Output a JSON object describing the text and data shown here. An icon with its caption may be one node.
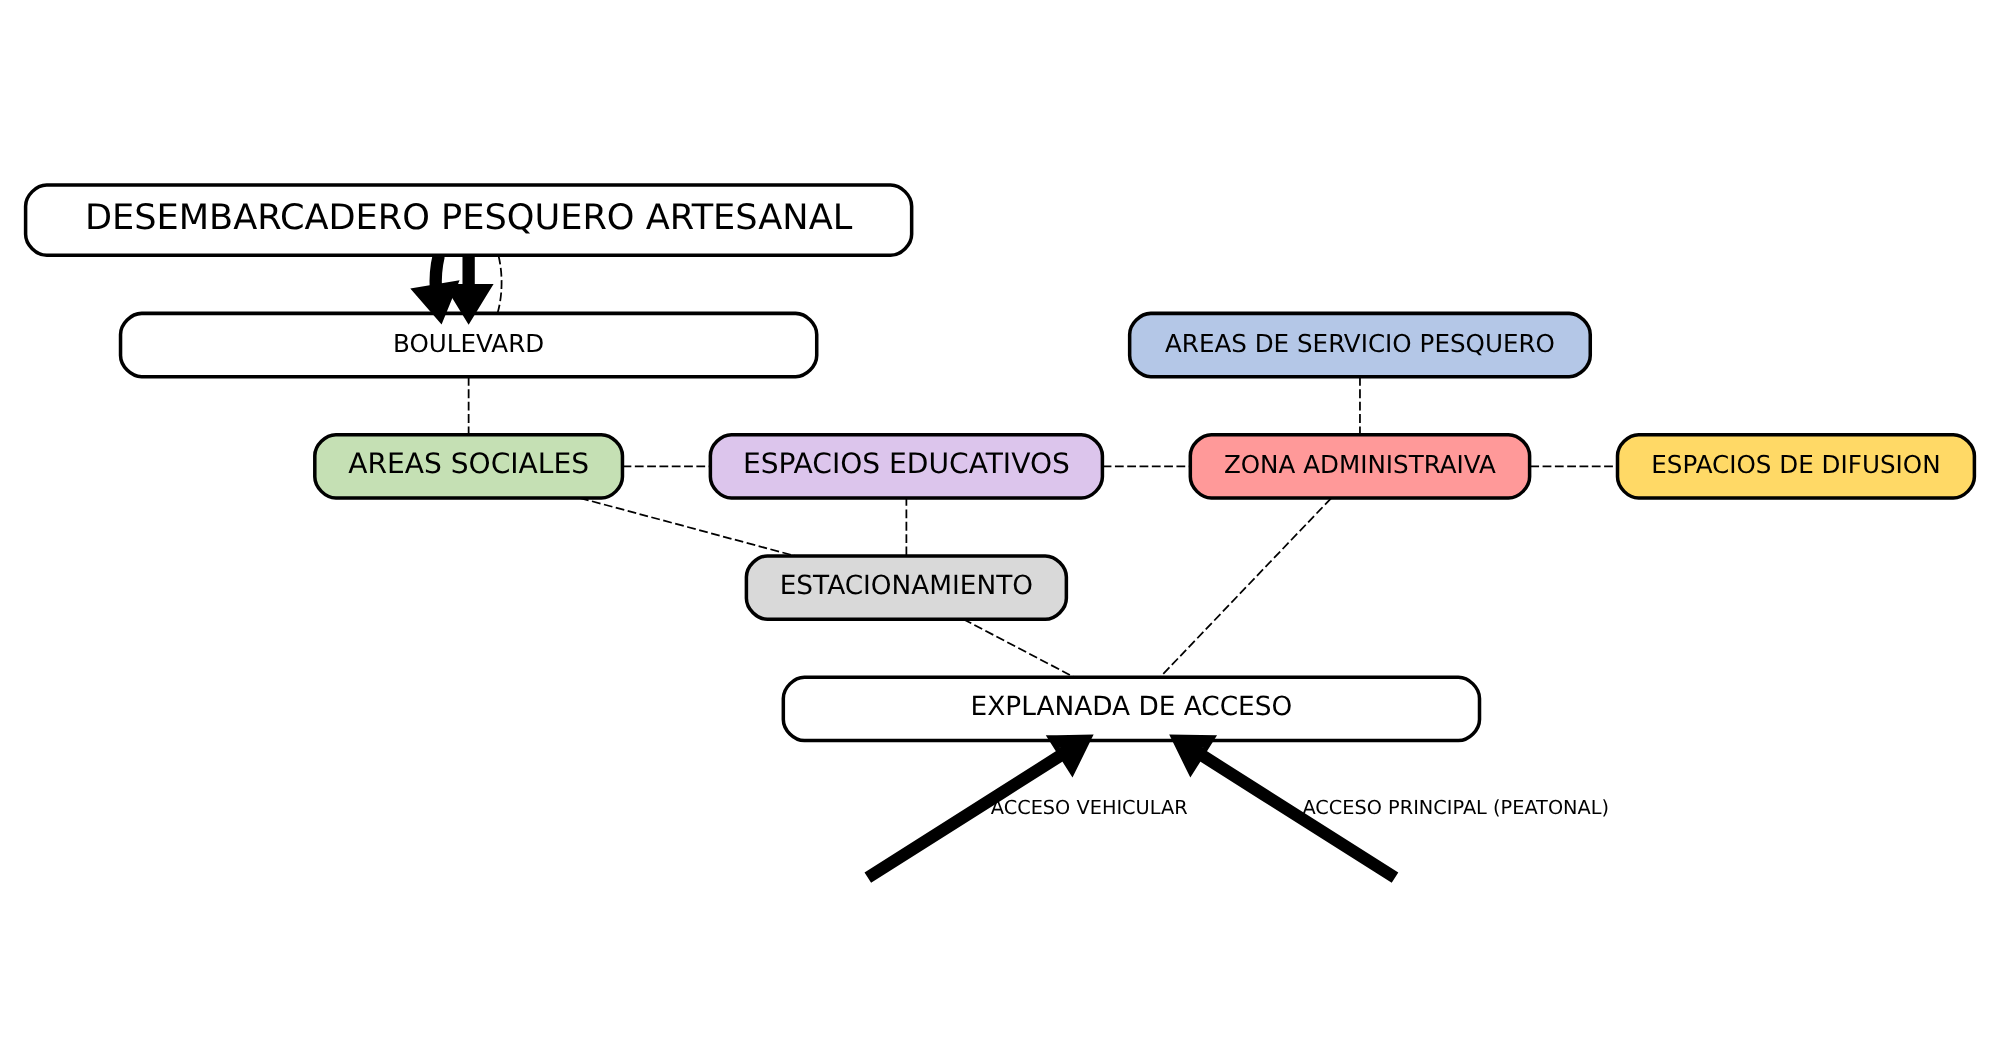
{
  "diagram": {
    "nodes": [
      {
        "text": [
          "DESEMBARCADERO PESQUERO ARTESANAL"
        ]
      },
      {
        "text": [
          "BOULEVARD"
        ]
      },
      {
        "text": [
          "AREAS DE SERVICIO PESQUERO"
        ]
      },
      {
        "text": [
          "AREAS SOCIALES"
        ]
      },
      {
        "text": [
          "ESPACIOS EDUCATIVOS"
        ]
      },
      {
        "text": [
          "ZONA ADMINISTRAIVA"
        ]
      },
      {
        "text": [
          "ESPACIOS DE DIFUSION"
        ]
      },
      {
        "text": [
          "ESTACIONAMIENTO"
        ]
      },
      {
        "text": [
          "EXPLANADA DE ACCESO"
        ]
      }
    ],
    "edges": [
      {
        "from": 0,
        "to": 1,
        "arrow": "to",
        "style": "thick"
      },
      {
        "from": 0,
        "to": 1,
        "arrow": "to",
        "style": "thick"
      },
      {
        "from": 0,
        "to": 1,
        "arrow": "none",
        "style": "dashed"
      },
      {
        "from": 1,
        "to": 3,
        "arrow": "none",
        "style": "dashed"
      },
      {
        "from": 3,
        "to": 4,
        "arrow": "none",
        "style": "dashed"
      },
      {
        "from": 4,
        "to": 5,
        "arrow": "none",
        "style": "dashed"
      },
      {
        "from": 5,
        "to": 6,
        "arrow": "none",
        "style": "dashed"
      },
      {
        "from": 2,
        "to": 5,
        "arrow": "none",
        "style": "dashed"
      },
      {
        "from": 3,
        "to": 7,
        "arrow": "none",
        "style": "dashed"
      },
      {
        "from": 7,
        "to": 4,
        "arrow": "none",
        "style": "dashed"
      },
      {
        "from": 7,
        "to": 8,
        "arrow": "none",
        "style": "dashed"
      },
      {
        "from": 5,
        "to": 8,
        "arrow": "none",
        "style": "dashed"
      },
      {
        "from": null,
        "to": 8,
        "arrow": "to",
        "style": "thick",
        "label": "ACCESO VEHICULAR"
      },
      {
        "from": null,
        "to": 8,
        "arrow": "to",
        "style": "thick",
        "label": "ACCESO PRINCIPAL (PEATONAL)"
      }
    ]
  }
}
